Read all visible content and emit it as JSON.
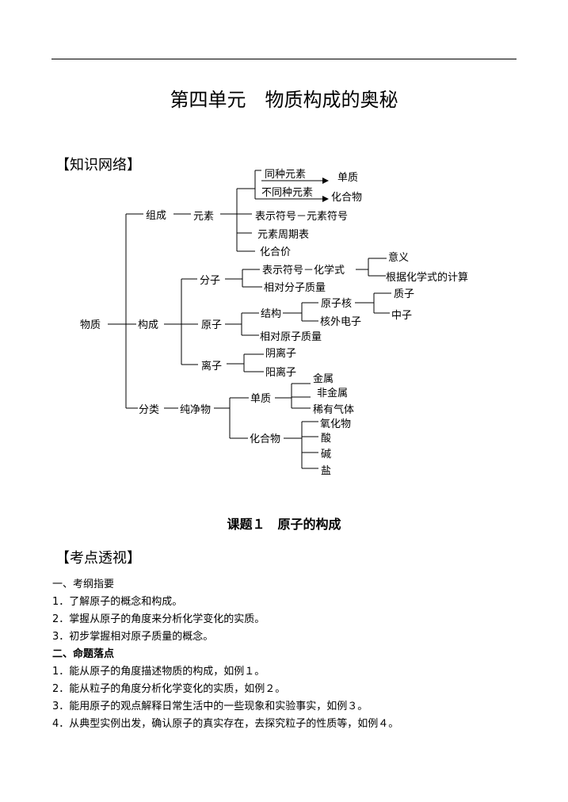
{
  "page": {
    "title": "第四单元　物质构成的奥秘",
    "section1": "【知识网络】",
    "lesson_title": "课题１　原子的构成",
    "section2": "【考点透视】"
  },
  "tree": {
    "root": "物质",
    "zucheng": "组成",
    "yuansu": "元素",
    "tongzhong": "同种元素",
    "danzhi_top": "单质",
    "butongzhong": "不同种元素",
    "huahewu_top": "化合物",
    "biaoshi_yuansu": "表示符号－元素符号",
    "zhouqibiao": "元素周期表",
    "huahejia": "化合价",
    "goucheng": "构成",
    "fenzi": "分子",
    "biaoshi_huaxueshi": "表示符号－化学式",
    "yiyi": "意义",
    "jisuan": "根据化学式的计算",
    "fenzi_zhiliang": "相对分子质量",
    "yuanzi": "原子",
    "jiegou": "结构",
    "yuanzihe": "原子核",
    "zhizi": "质子",
    "zhongzi": "中子",
    "hewai": "核外电子",
    "yuanzi_zhiliang": "相对原子质量",
    "lizi": "离子",
    "yinlizi": "阴离子",
    "yanglizi": "阳离子",
    "fenlei": "分类",
    "chunjingwu": "纯净物",
    "danzhi": "单质",
    "jinshu": "金属",
    "feijinshu": "非金属",
    "xiyou": "稀有气体",
    "huahewu": "化合物",
    "yanghuawu": "氧化物",
    "suan": "酸",
    "jian": "碱",
    "yan": "盐"
  },
  "outline": {
    "h1": "一、考纲指要",
    "a1": "1．了解原子的概念和构成。",
    "a2": "2．掌握从原子的角度来分析化学变化的实质。",
    "a3": "3．初步掌握相对原子质量的概念。",
    "h2": "二、命题落点",
    "b1": "1．能从原子的角度描述物质的构成，如例１。",
    "b2": "2．能从粒子的角度分析化学变化的实质，如例２。",
    "b3": "3．能用原子的观点解释日常生活中的一些现象和实验事实，如例３。",
    "b4": "4．从典型实例出发，确认原子的真实存在，去探究粒子的性质等，如例４。"
  }
}
